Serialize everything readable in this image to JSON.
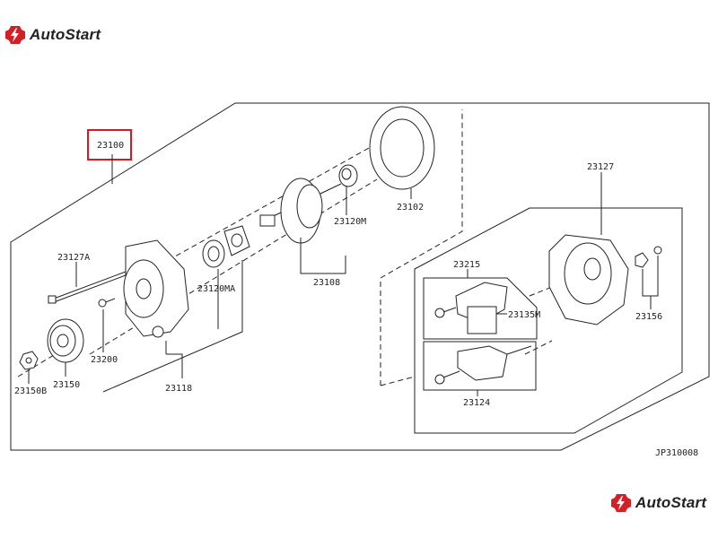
{
  "brand": {
    "name": "AutoStart",
    "accent": "#d32027"
  },
  "diagram": {
    "code": "JP310008",
    "highlight_color": "#e0161f",
    "labels": {
      "assembly": "23100",
      "stator": "23102",
      "bearing_rear": "23120M",
      "rotor": "23108",
      "through_bolt": "23127A",
      "bearing_front": "23120MA",
      "rear_cover": "23127",
      "brush_holder": "23215",
      "brush": "23135M",
      "terminal_nut": "23156",
      "screw": "23200",
      "pulley": "23150",
      "pulley_nut": "23150B",
      "front_housing": "23118",
      "regulator": "23124"
    }
  }
}
